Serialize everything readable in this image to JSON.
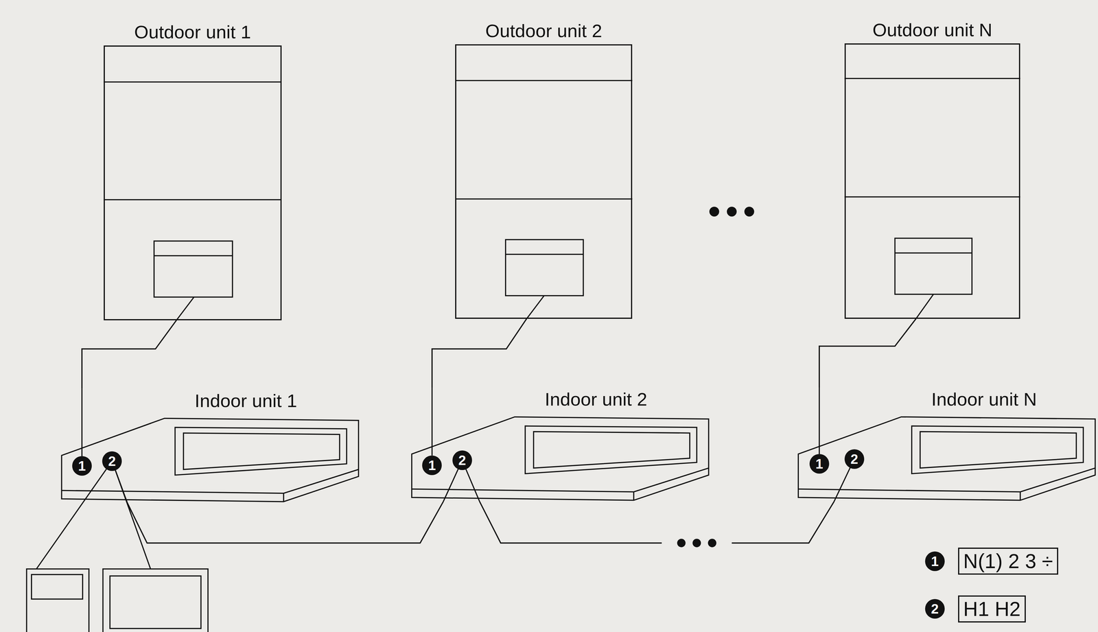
{
  "diagram": {
    "nodes": [
      {
        "text": [
          "Outdoor unit 1"
        ]
      },
      {
        "text": [
          "Outdoor unit 2"
        ]
      },
      {
        "text": [
          "Outdoor unit N"
        ]
      },
      {
        "text": [
          "Indoor unit 1"
        ]
      },
      {
        "text": [
          "Indoor unit 2"
        ]
      },
      {
        "text": [
          "Indoor unit N"
        ]
      },
      {
        "text": [
          "N(1) 2 3 ÷"
        ]
      },
      {
        "text": [
          "H1 H2"
        ]
      }
    ],
    "edges": [
      {
        "from": 0,
        "to": 3,
        "arrow": "none"
      },
      {
        "from": 1,
        "to": 4,
        "arrow": "none"
      },
      {
        "from": 2,
        "to": 5,
        "arrow": "none"
      },
      {
        "from": 3,
        "to": 4,
        "arrow": "none"
      },
      {
        "from": 4,
        "to": 5,
        "arrow": "none"
      }
    ],
    "labels": [
      "1",
      "2",
      "1",
      "2",
      "1",
      "2",
      "1",
      "2"
    ]
  }
}
